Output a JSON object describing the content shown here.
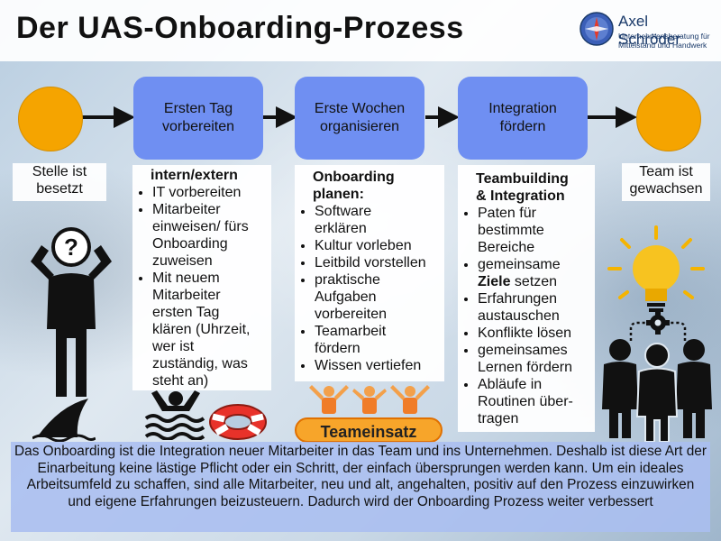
{
  "header": {
    "title": "Der UAS-Onboarding-Prozess",
    "logo": {
      "name": "Axel Schröder",
      "subtitle_line1": "Unternehmensberatung für",
      "subtitle_line2": "Mittelstand und Handwerk",
      "icon": "compass-icon"
    }
  },
  "flow": {
    "start_label": "Stelle ist\nbesetzt",
    "end_label": "Team ist\ngewachsen",
    "stages": [
      {
        "label": "Ersten Tag\nvorbereiten"
      },
      {
        "label": "Erste Wochen\norganisieren"
      },
      {
        "label": "Integration\nfördern"
      }
    ]
  },
  "cards": {
    "card1": {
      "heading": "intern/extern",
      "items": [
        "IT vorbereiten",
        "Mitarbeiter\neinweisen/ fürs\nOnboarding\nzuweisen",
        "Mit neuem\nMitarbeiter\nersten Tag\nklären (Uhrzeit,\nwer ist\nzuständig, was\nsteht an)"
      ]
    },
    "card2": {
      "heading": "Onboarding\nplanen:",
      "items": [
        "Software\nerklären",
        "Kultur vorleben",
        "Leitbild vorstellen",
        "praktische\nAufgaben\nvorbereiten",
        "Teamarbeit\nfördern",
        "Wissen vertiefen"
      ]
    },
    "card3": {
      "heading": "Teambuilding\n& Integration",
      "items": [
        "Paten für\nbestimmte\nBereiche",
        "gemeinsame",
        "Erfahrungen\naustauschen",
        "Konflikte lösen",
        "gemeinsames\nLernen fördern",
        "Abläufe in\nRoutinen über-\ntragen"
      ],
      "item2_bold": "Ziele",
      "item2_rest": " setzen"
    }
  },
  "teameinsatz_label": "Teameinsatz",
  "footer_text": "Das Onboarding ist die Integration neuer Mitarbeiter in das Team und ins Unternehmen. Deshalb ist diese Art der Einarbeitung keine lästige Pflicht oder ein Schritt, der einfach übersprungen werden kann. Um ein ideales Arbeitsumfeld zu schaffen, sind alle Mitarbeiter, neu und alt, angehalten, positiv auf den Prozess einzuwirken und eigene Erfahrungen beizusteuern. Dadurch wird der Onboarding Prozess weiter verbessert",
  "colors": {
    "stage": "#6f8ff2",
    "circle": "#f5a400",
    "footer": "#aabef0",
    "teameinsatz": "#f7a52a"
  },
  "icons": {
    "confused_person": "confused-person-icon",
    "shark_fin": "shark-fin-icon",
    "drowning": "drowning-person-icon",
    "lifebuoy": "lifebuoy-icon",
    "rafting_team": "rafting-team-icon",
    "lightbulb": "lightbulb-icon",
    "gear": "gear-icon",
    "team_group": "team-group-icon"
  }
}
